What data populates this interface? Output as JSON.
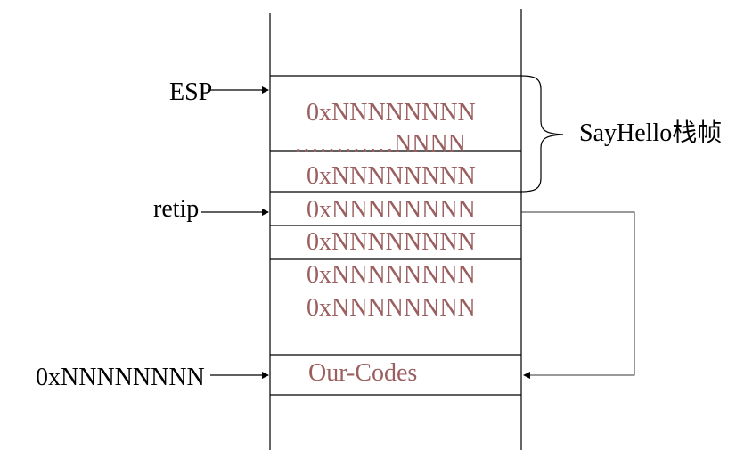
{
  "diagram": {
    "labels": {
      "esp": "ESP",
      "retip": "retip",
      "addr": "0xNNNNNNNN",
      "frame": "SayHello栈帧"
    },
    "cells": {
      "c1": "0xNNNNNNNN",
      "c2": "…………NNNN",
      "c3": "0xNNNNNNNN",
      "c4": "0xNNNNNNNN",
      "c5": "0xNNNNNNNN",
      "c6": "0xNNNNNNNN",
      "c7": "0xNNNNNNNN",
      "c8": "Our-Codes"
    },
    "colors": {
      "cell_text": "#9b5f5f",
      "line": "#000000"
    }
  }
}
